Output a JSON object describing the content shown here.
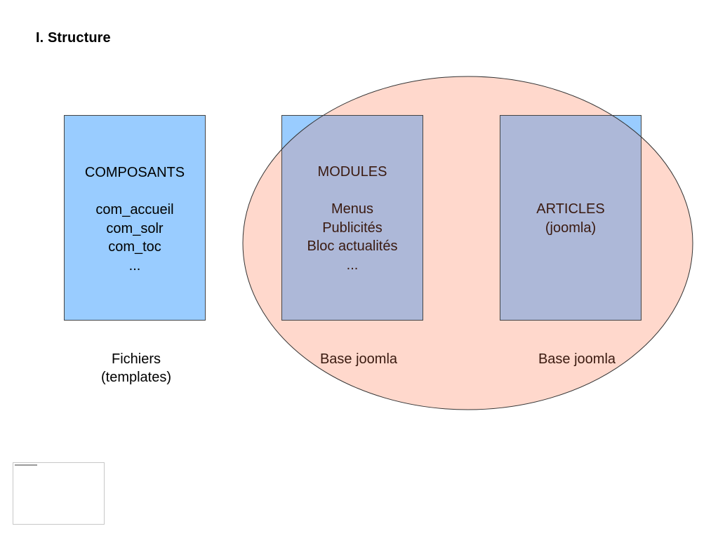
{
  "title": "I. Structure",
  "boxes": {
    "composants": {
      "heading": "COMPOSANTS",
      "items": [
        "com_accueil",
        "com_solr",
        "com_toc",
        "..."
      ],
      "caption_line1": "Fichiers",
      "caption_line2": "(templates)"
    },
    "modules": {
      "heading": "MODULES",
      "items": [
        "Menus",
        "Publicités",
        "Bloc actualités",
        "..."
      ],
      "caption": "Base joomla"
    },
    "articles": {
      "heading": "ARTICLES",
      "subheading": "(joomla)",
      "caption": "Base joomla"
    }
  },
  "colors": {
    "box_fill": "#99ccff",
    "ellipse_fill": "#ffd8cc",
    "overlap_fill": "#adb8d8",
    "overlap_text": "#3a1a10"
  }
}
